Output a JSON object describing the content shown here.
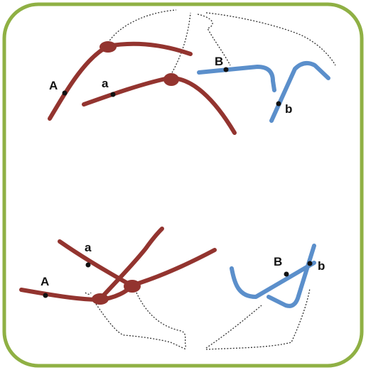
{
  "colors": {
    "frame": "#8fb044",
    "red_strand": "#93342f",
    "blue_strand": "#5b8fcb",
    "dotted_line": "#333333",
    "marker": "#111111"
  },
  "labels": {
    "top_A": "A",
    "top_a": "a",
    "top_B": "B",
    "top_b": "b",
    "bottom_a": "a",
    "bottom_A": "A",
    "bottom_B": "B",
    "bottom_b": "b"
  }
}
